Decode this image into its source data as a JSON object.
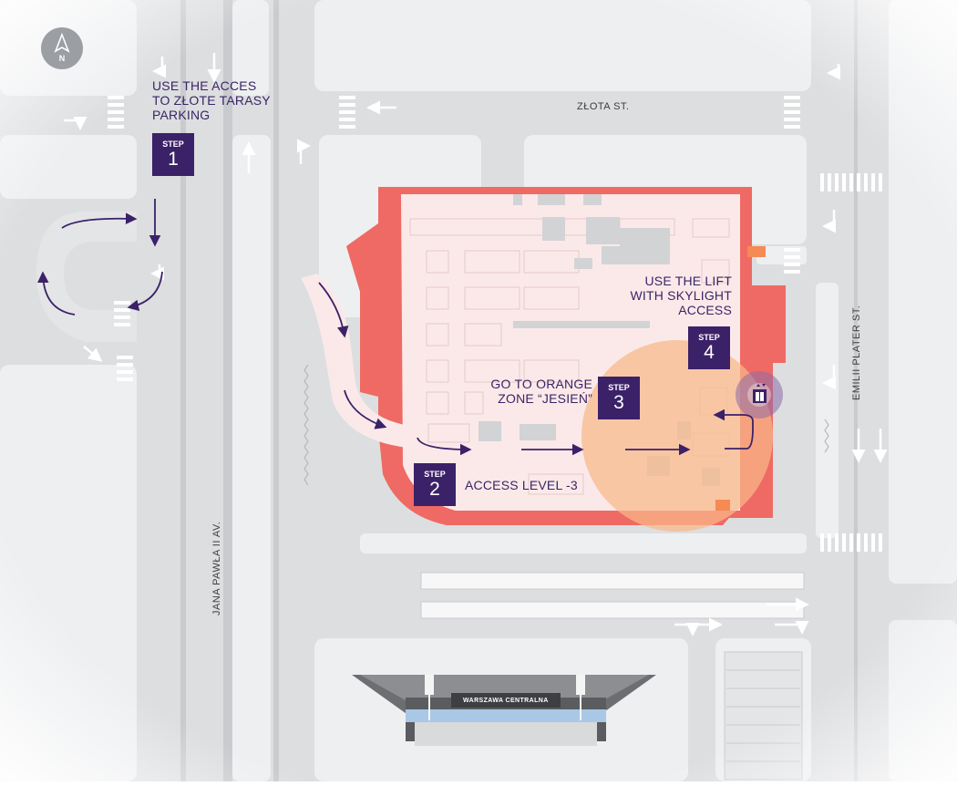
{
  "map": {
    "compass_label": "N",
    "streets": {
      "zlota": "ZŁOTA ST.",
      "jana_pawla": "JANA PAWŁA II AV.",
      "emilii_plater": "EMILII PLATER ST."
    },
    "station_name": "WARSZAWA CENTRALNA",
    "steps": [
      {
        "label": "STEP",
        "number": "1",
        "instruction": [
          "USE THE ACCES",
          "TO ZŁOTE TARASY",
          "PARKING"
        ]
      },
      {
        "label": "STEP",
        "number": "2",
        "instruction": [
          "ACCESS LEVEL -3"
        ]
      },
      {
        "label": "STEP",
        "number": "3",
        "instruction": [
          "GO TO ORANGE",
          "ZONE “JESIEŃ”"
        ]
      },
      {
        "label": "STEP",
        "number": "4",
        "instruction": [
          "USE THE LIFT",
          "WITH SKYLIGHT",
          "ACCESS"
        ]
      }
    ],
    "colors": {
      "road": "#dddee0",
      "block": "#eeeff1",
      "building": "#ef6a64",
      "parking_floor": "#fbe9e9",
      "orange_zone": "#f8b889",
      "step_box": "#3b2168",
      "route_arrow": "#3b2168",
      "lift_marker": "#8d6ba8"
    },
    "icons": [
      "north-arrow-icon",
      "lift-icon",
      "route-arrow-icon",
      "road-arrow-icon"
    ]
  }
}
